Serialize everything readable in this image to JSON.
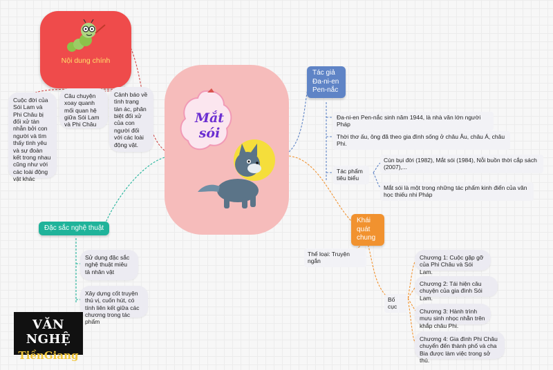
{
  "center": {
    "title": "Mắt sói"
  },
  "main_content": {
    "title": "Nội dung chính",
    "items": [
      "Cuộc đời của Sói Lam và Phi Châu bị đối xử tàn nhẫn bởi con người và tìm thấy tình yêu và sự đoàn kết trong nhau cũng như với các loài động vật khác",
      "Câu chuyện xoay quanh mối quan hệ giữa Sói Lam và Phi Châu",
      "Cảnh báo về tình trạng tàn ác, phân biệt đối xử của con người đối với các loài động vật."
    ]
  },
  "art": {
    "title": "Đặc sắc nghệ thuật",
    "items": [
      "Sử dụng đặc sắc nghệ thuật miêu tả nhân vật",
      "Xây dựng cốt truyện thú vị, cuốn hút, có tính liên kết giữa các chương trong tác phẩm"
    ]
  },
  "author": {
    "title": "Tác giả Đa-ni-en Pen-nắc",
    "items": [
      "Đa-ni-en Pen-nắc sinh năm 1944, là nhà văn lớn người Pháp",
      "Thời thơ ấu, ông đã theo gia đình sống ở châu Âu, châu Á, châu Phi."
    ],
    "works": {
      "label": "Tác phẩm tiêu biểu",
      "items": [
        "Cún bụi đời (1982), Mắt sói (1984), Nỗi buồn thời cắp sách (2007),...",
        "Mắt sói là một trong những tác phẩm kinh điển của văn học thiếu nhi Pháp"
      ]
    }
  },
  "overview": {
    "title": "Khái quát chung",
    "genre": "Thể loại: Truyện ngắn",
    "layout_label": "Bố cục",
    "chapters": [
      "Chương 1: Cuộc gặp gỡ của Phi Châu và Sói Lam.",
      "Chương 2: Tái hiện câu chuyện của gia đình Sói Lam.",
      "Chương 3: Hành trình mưu sinh nhọc nhằn trên khắp châu Phi.",
      "Chương 4: Gia đình Phi Châu chuyển đến thành phố và cha Bia được làm việc trong sở thú."
    ]
  },
  "logo": {
    "line1": "VĂN NGHỆ",
    "line2": "TiềnGiang"
  },
  "colors": {
    "center": "#f6bcbb",
    "main_content": "#ef4b4b",
    "main_content_text": "#ffe06a",
    "author": "#5f84c6",
    "overview": "#f1922f",
    "art": "#1fb39a",
    "title_text": "#6b2fd1"
  }
}
